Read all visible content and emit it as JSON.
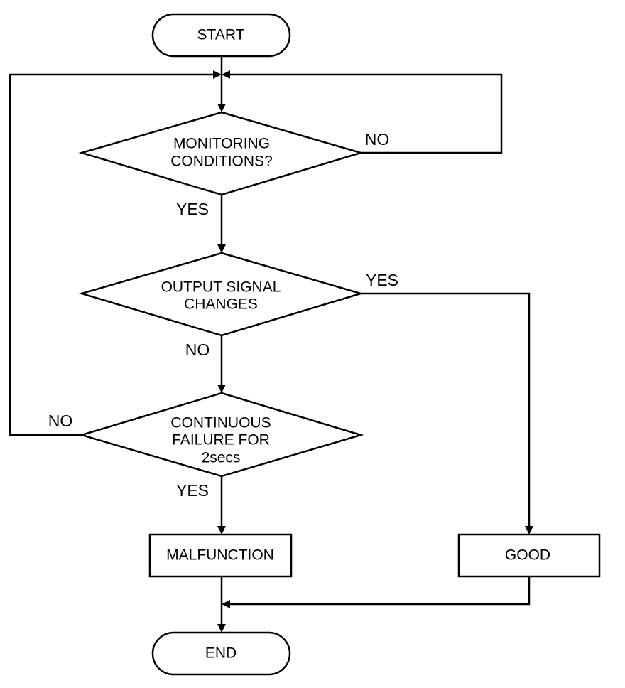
{
  "nodes": {
    "start": "START",
    "monitoring_line1": "MONITORING",
    "monitoring_line2": "CONDITIONS?",
    "output_line1": "OUTPUT SIGNAL",
    "output_line2": "CHANGES",
    "continuous_line1": "CONTINUOUS",
    "continuous_line2": "FAILURE FOR",
    "continuous_line3": "2secs",
    "malfunction": "MALFUNCTION",
    "good": "GOOD",
    "end": "END"
  },
  "edges": {
    "monitoring_no": "NO",
    "monitoring_yes": "YES",
    "output_yes": "YES",
    "output_no": "NO",
    "continuous_no": "NO",
    "continuous_yes": "YES"
  }
}
